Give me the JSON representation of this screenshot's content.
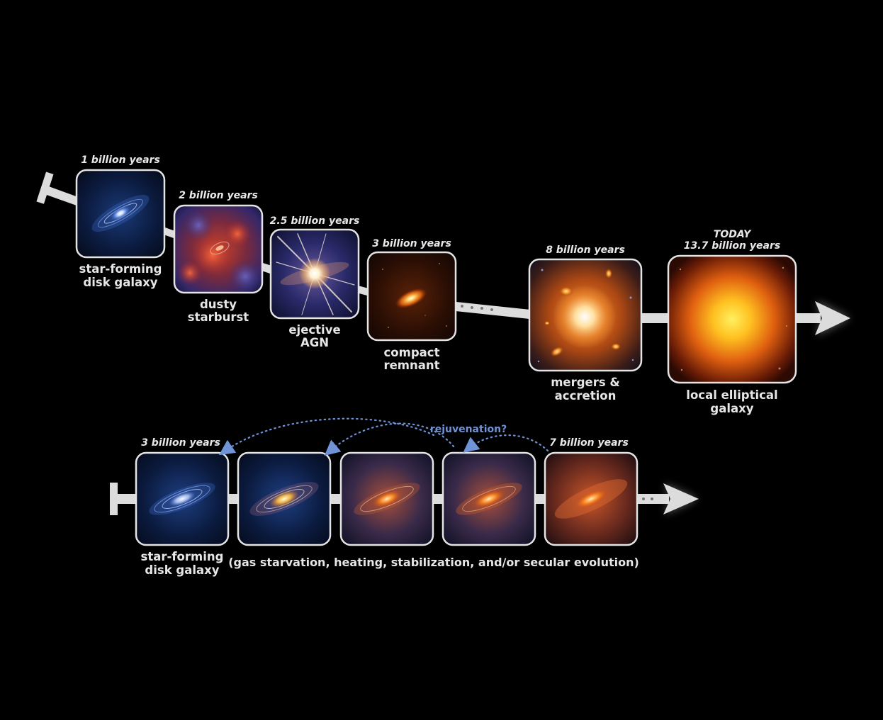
{
  "top_sequence": {
    "stages": [
      {
        "time": "1 billion years",
        "caption": [
          "star-forming",
          "disk galaxy"
        ]
      },
      {
        "time": "2 billion years",
        "caption": [
          "dusty",
          "starburst"
        ]
      },
      {
        "time": "2.5 billion years",
        "caption": [
          "ejective",
          "AGN"
        ]
      },
      {
        "time": "3 billion years",
        "caption": [
          "compact",
          "remnant"
        ]
      },
      {
        "time": "8 billion years",
        "caption": [
          "mergers &",
          "accretion"
        ]
      },
      {
        "time_top": "TODAY",
        "time": "13.7 billion years",
        "caption": [
          "local elliptical",
          "galaxy"
        ]
      }
    ]
  },
  "bottom_sequence": {
    "start_time": "3 billion years",
    "end_time": "7 billion years",
    "start_caption": [
      "star-forming",
      "disk galaxy"
    ],
    "process_note": "(gas starvation, heating, stabilization, and/or secular evolution)",
    "rejuvenation_label": "rejuvenation?"
  },
  "colors": {
    "background": "#000000",
    "frame": "#e4e4e4",
    "timeline_bar": "#dcdcdc",
    "rejuvenation_arrow": "#6f93d6"
  }
}
